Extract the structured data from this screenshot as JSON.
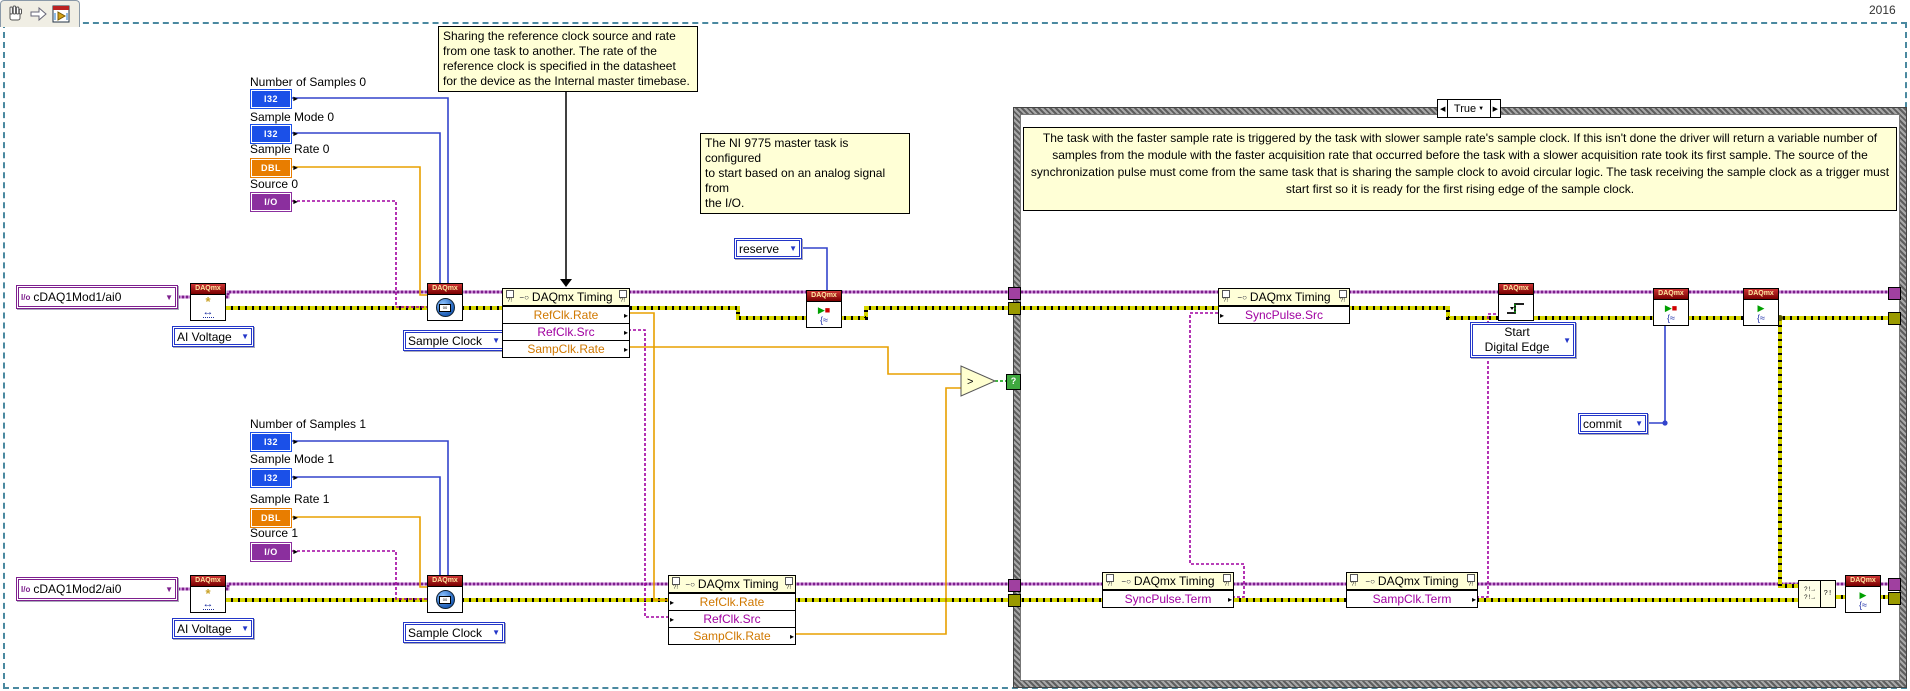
{
  "meta": {
    "version_label": "2016"
  },
  "icons": {
    "dropdown_arrow": "▼",
    "output_arrow": "▸",
    "input_arrow": "▸",
    "play": "▶",
    "stop": "■",
    "case_prev": "◀",
    "case_next": "▶",
    "selector_question": "?",
    "star": "*",
    "channel": "↔",
    "brace_wave": "{≈",
    "link": "−○",
    "io_glyph": "I/o",
    "merge_row": "?!→",
    "merge_out": "?!"
  },
  "comments": {
    "ref_clock": "Sharing the reference clock source and rate\nfrom one task to another.  The rate of the\nreference clock is specified in the datasheet\nfor the device as the Internal master timebase.",
    "ni9775": "The NI 9775 master task is configured\nto start based on an analog signal from\nthe I/O.",
    "case_note": "The task with the faster sample rate is triggered by the task with slower sample rate's sample clock. If this isn't done the driver will return a variable number of samples from the module with the faster acquisition rate that occurred before the task with a slower acquisition rate took its first sample. The source of the synchronization pulse must come from the same task that is sharing the sample clock to avoid circular logic. The task receiving the sample clock as a trigger must start first so it is ready for the first rising edge of the sample clock."
  },
  "controls": {
    "top": {
      "number_of_samples": "Number of Samples 0",
      "sample_mode": "Sample Mode 0",
      "sample_rate": "Sample Rate 0",
      "source": "Source 0"
    },
    "bottom": {
      "number_of_samples": "Number of Samples 1",
      "sample_mode": "Sample Mode 1",
      "sample_rate": "Sample Rate 1",
      "source": "Source 1"
    }
  },
  "terminals": {
    "i32": "I32",
    "dbl": "DBL",
    "io": "I/O"
  },
  "tasks": {
    "task1": "cDAQ1Mod1/ai0",
    "task2": "cDAQ1Mod2/ai0"
  },
  "dropdowns": {
    "ai_voltage": "AI Voltage",
    "sample_clock": "Sample Clock",
    "reserve": "reserve",
    "commit": "commit",
    "start_trigger_line1": "Start",
    "start_trigger_line2": "Digital Edge"
  },
  "nodes": {
    "daqmx_label": "DAQmx"
  },
  "property_nodes": [
    {
      "title": "DAQmx Timing",
      "rows": [
        "RefClk.Rate",
        "RefClk.Src",
        "SampClk.Rate"
      ]
    },
    {
      "title": "DAQmx Timing",
      "rows": [
        "SyncPulse.Src"
      ]
    },
    {
      "title": "DAQmx Timing",
      "rows": [
        "RefClk.Rate",
        "RefClk.Src",
        "SampClk.Rate"
      ]
    },
    {
      "title": "DAQmx Timing",
      "rows": [
        "SyncPulse.Term"
      ]
    },
    {
      "title": "DAQmx Timing",
      "rows": [
        "SampClk.Term"
      ]
    }
  ],
  "case_structure": {
    "selector": "True"
  },
  "comparison": {
    "operator": ">"
  },
  "colors": {
    "task_wire": "#7D1F8D",
    "error_wire": "#D6D600",
    "i32_wire": "#3344CC",
    "dbl_wire": "#E8A000",
    "bool_wire": "#00A000",
    "io_wire": "#7D1F8D",
    "comment_bg": "#FFFFD6",
    "daqmx_header": "#9E1A1A",
    "enum_border": "#2336C8",
    "io_border": "#7D1F8D",
    "case_border_gray": "#808080"
  }
}
